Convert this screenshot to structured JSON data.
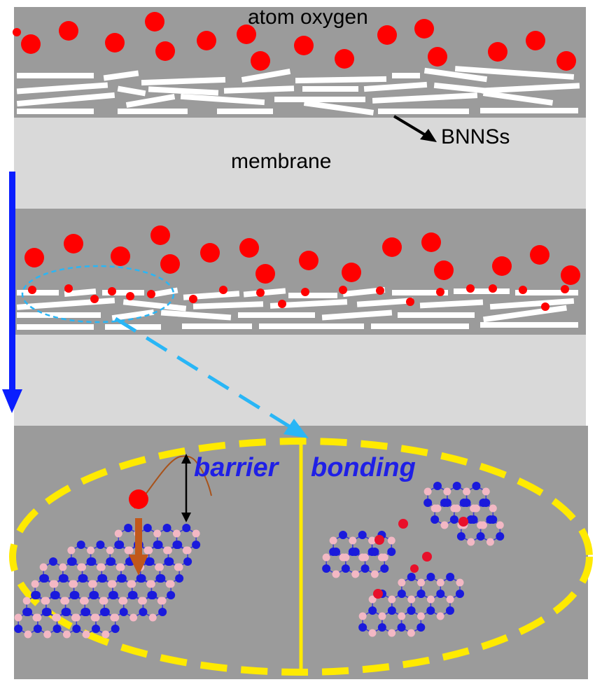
{
  "labels": {
    "atom_oxygen": "atom oxygen",
    "bnnss": "BNNSs",
    "membrane": "membrane",
    "barrier": "barrier",
    "bonding": "bonding"
  },
  "colors": {
    "panel_gray": "#9b9b9b",
    "membrane": "#d9d9d9",
    "oxygen_red": "#ff0000",
    "nanosheet_white": "#ffffff",
    "process_arrow": "#0a1eff",
    "zoom_dashed": "#29b6f6",
    "divider_yellow": "#ffea00",
    "boron_pink": "#f3b8c4",
    "nitrogen_blue": "#1a1adc",
    "bonded_oxygen": "#e8102a",
    "approach_arrow": "#c1581b"
  }
}
